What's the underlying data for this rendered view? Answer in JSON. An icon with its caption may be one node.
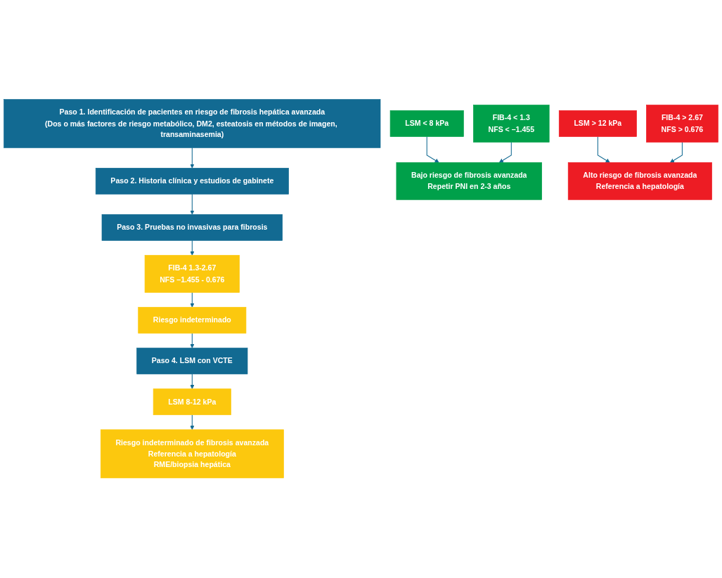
{
  "diagram": {
    "nodes": [
      {
        "text": [
          "Paso 1. Identificación de pacientes en riesgo de fibrosis hepática avanzada",
          "(Dos o más factores de riesgo metabólico, DM2, esteatosis en métodos de imagen, transaminasemia)"
        ]
      },
      {
        "text": [
          "Paso 2. Historia clínica y estudios de gabinete"
        ]
      },
      {
        "text": [
          "Paso 3. Pruebas no invasivas para fibrosis"
        ]
      },
      {
        "text": [
          "FIB-4 < 1.3",
          "NFS < –1.455"
        ]
      },
      {
        "text": [
          "FIB-4 1.3-2.67",
          "NFS –1.455 - 0.676"
        ]
      },
      {
        "text": [
          "FIB-4 > 2.67",
          "NFS > 0.676"
        ]
      },
      {
        "text": [
          "Riesgo indeterminado"
        ]
      },
      {
        "text": [
          "Paso 4. LSM con VCTE"
        ]
      },
      {
        "text": [
          "LSM < 8 kPa"
        ]
      },
      {
        "text": [
          "LSM 8-12 kPa"
        ]
      },
      {
        "text": [
          "LSM > 12 kPa"
        ]
      },
      {
        "text": [
          "Bajo riesgo de fibrosis avanzada",
          "Repetir PNI en 2-3 años"
        ]
      },
      {
        "text": [
          "Riesgo indeterminado de fibrosis avanzada",
          "Referencia a hepatología",
          "RME/biopsia hepática"
        ]
      },
      {
        "text": [
          "Alto riesgo de fibrosis avanzada",
          "Referencia a hepatología"
        ]
      }
    ],
    "edges": [
      {
        "from": 0,
        "to": 1,
        "arrow": "to"
      },
      {
        "from": 1,
        "to": 2,
        "arrow": "to"
      },
      {
        "from": 2,
        "to": 4,
        "arrow": "to"
      },
      {
        "from": 4,
        "to": 6,
        "arrow": "to"
      },
      {
        "from": 6,
        "to": 7,
        "arrow": "to"
      },
      {
        "from": 7,
        "to": 9,
        "arrow": "to"
      },
      {
        "from": 8,
        "to": 11,
        "arrow": "to"
      },
      {
        "from": 9,
        "to": 12,
        "arrow": "to"
      },
      {
        "from": 10,
        "to": 13,
        "arrow": "to"
      },
      {
        "from": 3,
        "to": 11,
        "arrow": "to"
      },
      {
        "from": 5,
        "to": 13,
        "arrow": "to"
      }
    ]
  }
}
